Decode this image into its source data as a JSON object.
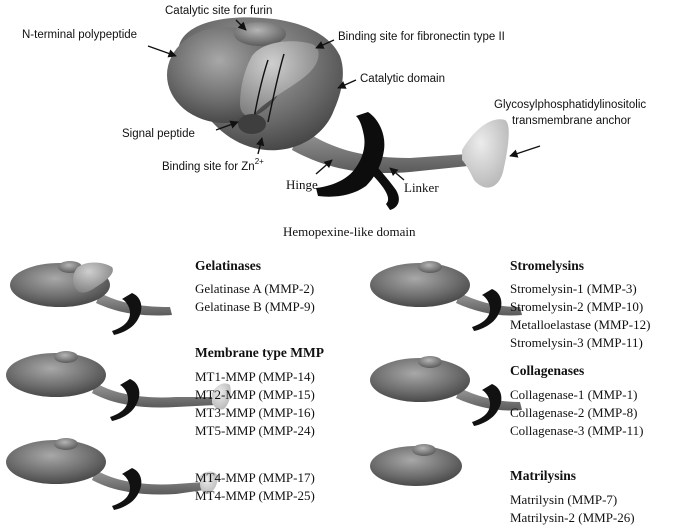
{
  "labels": {
    "furin": "Catalytic site for furin",
    "n_terminal": "N-terminal polypeptide",
    "fibronectin": "Binding site for fibronectin type II",
    "catalytic_domain": "Catalytic domain",
    "gpi_line1": "Glycosylphosphatidylinositolic",
    "gpi_line2": "transmembrane anchor",
    "signal_peptide": "Signal peptide",
    "zinc_prefix": "Binding site for Zn",
    "zinc_superscript": "2+",
    "hinge": "Hinge",
    "linker": "Linker",
    "hemopexin": "Hemopexine-like domain"
  },
  "groups": {
    "gelatinases": {
      "title": "Gelatinases",
      "items": [
        "Gelatinase A (MMP-2)",
        "Gelatinase B (MMP-9)"
      ]
    },
    "membrane": {
      "title": "Membrane type MMP",
      "items": [
        "MT1-MMP (MMP-14)",
        "MT2-MMP (MMP-15)",
        "MT3-MMP (MMP-16)",
        "MT5-MMP (MMP-24)"
      ]
    },
    "mt4": {
      "items": [
        "MT4-MMP (MMP-17)",
        "MT4-MMP (MMP-25)"
      ]
    },
    "stromelysins": {
      "title": "Stromelysins",
      "items": [
        "Stromelysin-1 (MMP-3)",
        "Stromelysin-2 (MMP-10)",
        "Metalloelastase (MMP-12)",
        "Stromelysin-3 (MMP-11)"
      ]
    },
    "collagenases": {
      "title": "Collagenases",
      "items": [
        "Collagenase-1 (MMP-1)",
        "Collagenase-2 (MMP-8)",
        "Collagenase-3 (MMP-11)"
      ]
    },
    "matrilysins": {
      "title": "Matrilysins",
      "items": [
        "Matrilysin (MMP-7)",
        "Matrilysin-2 (MMP-26)"
      ]
    }
  }
}
